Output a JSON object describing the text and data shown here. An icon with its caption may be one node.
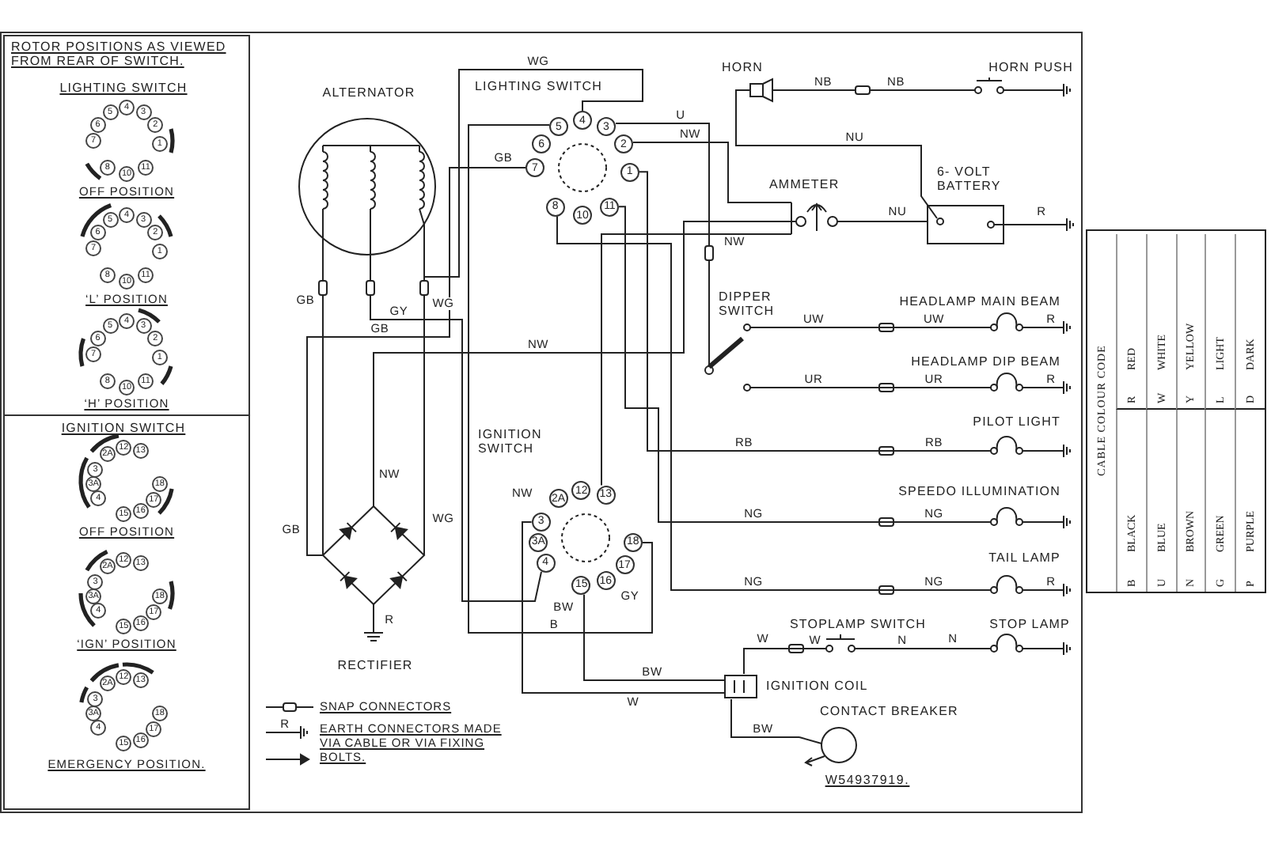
{
  "diagram": {
    "nodes": [
      {
        "text": [
          "ROTOR POSITIONS AS VIEWED FROM REAR OF SWITCH."
        ]
      },
      {
        "text": [
          "LIGHTING SWITCH"
        ],
        "in": 0
      },
      {
        "text": [
          "IGNITION SWITCH"
        ],
        "in": 0
      },
      {
        "text": [
          "ALTERNATOR"
        ]
      },
      {
        "text": [
          "LIGHTING SWITCH"
        ]
      },
      {
        "text": [
          "HORN"
        ]
      },
      {
        "text": [
          "HORN PUSH"
        ]
      },
      {
        "text": [
          "AMMETER"
        ]
      },
      {
        "text": [
          "6- VOLT BATTERY"
        ]
      },
      {
        "text": [
          "DIPPER SWITCH"
        ]
      },
      {
        "text": [
          "HEADLAMP MAIN BEAM"
        ]
      },
      {
        "text": [
          "HEADLAMP DIP BEAM"
        ]
      },
      {
        "text": [
          "PILOT LIGHT"
        ]
      },
      {
        "text": [
          "SPEEDO ILLUMINATION"
        ]
      },
      {
        "text": [
          "TAIL LAMP"
        ]
      },
      {
        "text": [
          "IGNITION SWITCH"
        ]
      },
      {
        "text": [
          "RECTIFIER"
        ]
      },
      {
        "text": [
          "STOPLAMP SWITCH"
        ]
      },
      {
        "text": [
          "STOP LAMP"
        ]
      },
      {
        "text": [
          "IGNITION COIL"
        ]
      },
      {
        "text": [
          "CONTACT BREAKER"
        ]
      }
    ],
    "edges": [
      {
        "from": 3,
        "to": 16,
        "arrow": "none",
        "label": "GB"
      },
      {
        "from": 3,
        "to": 16,
        "arrow": "none",
        "label": "WG"
      },
      {
        "from": 3,
        "to": 4,
        "arrow": "none",
        "label": "WG"
      },
      {
        "from": 3,
        "to": 15,
        "arrow": "none",
        "label": "GY"
      },
      {
        "from": 4,
        "to": 16,
        "arrow": "none",
        "label": "GB"
      },
      {
        "from": 16,
        "to": 7,
        "arrow": "none",
        "label": "NW"
      },
      {
        "from": 4,
        "to": 7,
        "arrow": "none",
        "label": "NW"
      },
      {
        "from": 15,
        "to": 7,
        "arrow": "none",
        "label": "NW"
      },
      {
        "from": 7,
        "to": 8,
        "arrow": "none",
        "label": "NU"
      },
      {
        "from": 8,
        "to": 5,
        "arrow": "none",
        "label": "NU"
      },
      {
        "from": 5,
        "to": 6,
        "arrow": "none",
        "label": "NB"
      },
      {
        "from": 4,
        "to": 9,
        "arrow": "none",
        "label": "U"
      },
      {
        "from": 9,
        "to": 10,
        "arrow": "none",
        "label": "UW"
      },
      {
        "from": 9,
        "to": 11,
        "arrow": "none",
        "label": "UR"
      },
      {
        "from": 4,
        "to": 12,
        "arrow": "none",
        "label": "RB"
      },
      {
        "from": 4,
        "to": 13,
        "arrow": "none",
        "label": "NG"
      },
      {
        "from": 4,
        "to": 14,
        "arrow": "none",
        "label": "NG"
      },
      {
        "from": 4,
        "to": 15,
        "arrow": "none",
        "label": "B"
      },
      {
        "from": 15,
        "to": 19,
        "arrow": "none",
        "label": "W"
      },
      {
        "from": 15,
        "to": 19,
        "arrow": "none",
        "label": "BW"
      },
      {
        "from": 19,
        "to": 17,
        "arrow": "none",
        "label": "W"
      },
      {
        "from": 17,
        "to": 18,
        "arrow": "none",
        "label": "N"
      },
      {
        "from": 19,
        "to": 20,
        "arrow": "none",
        "label": "BW"
      }
    ],
    "labels": [
      "5",
      "4",
      "3",
      "6",
      "2",
      "7",
      "1",
      "8",
      "10",
      "11",
      "OFF POSITION",
      "5",
      "4",
      "3",
      "6",
      "2",
      "7",
      "1",
      "8",
      "10",
      "11",
      "‘L’ POSITION",
      "5",
      "4",
      "3",
      "6",
      "2",
      "7",
      "1",
      "8",
      "10",
      "11",
      "‘H’ POSITION",
      "2A",
      "12",
      "13",
      "3",
      "3A",
      "18",
      "4",
      "17",
      "15",
      "16",
      "OFF POSITION",
      "2A",
      "12",
      "13",
      "3",
      "3A",
      "18",
      "4",
      "17",
      "15",
      "16",
      "‘IGN’ POSITION",
      "2A",
      "12",
      "13",
      "3",
      "3A",
      "18",
      "4",
      "17",
      "15",
      "16",
      "EMERGENCY POSITION.",
      "5",
      "4",
      "3",
      "6",
      "2",
      "7",
      "1",
      "8",
      "10",
      "11",
      "2A",
      "12",
      "13",
      "3",
      "3A",
      "18",
      "4",
      "17",
      "15",
      "16",
      "NB",
      "GB",
      "R",
      "UW",
      "R",
      "UR",
      "R",
      "RB",
      "NW",
      "NG",
      "GB",
      "WG",
      "NW",
      "GY",
      "NG",
      "R",
      "BW",
      "R",
      "W",
      "N",
      "CABLE COLOUR CODE",
      "B",
      "BLACK",
      "R",
      "RED",
      "U",
      "BLUE",
      "W",
      "WHITE",
      "N",
      "BROWN",
      "Y",
      "YELLOW",
      "G",
      "GREEN",
      "L",
      "LIGHT",
      "P",
      "PURPLE",
      "D",
      "DARK",
      "R",
      "W54937919."
    ],
    "legend": [
      {
        "text": "SNAP CONNECTORS"
      },
      {
        "text": "EARTH CONNECTORS MADE VIA CABLE OR VIA FIXING BOLTS."
      }
    ]
  }
}
